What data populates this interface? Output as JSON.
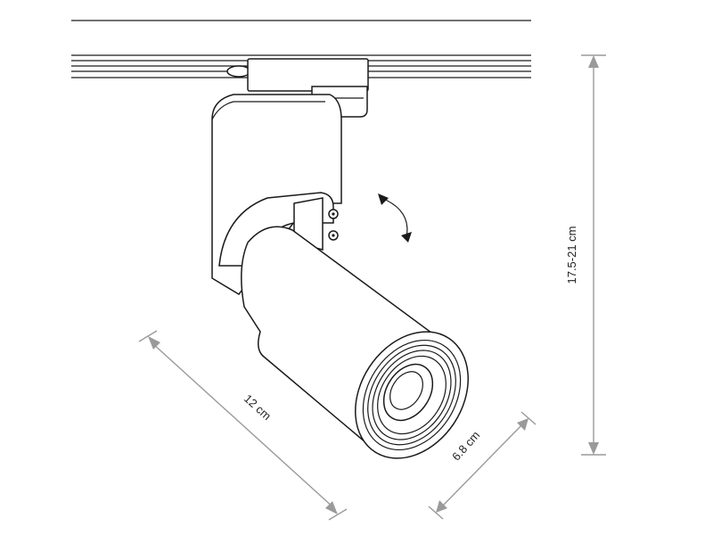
{
  "dimensions": {
    "height": "17.5-21 cm",
    "length": "12 cm",
    "diameter": "6.8 cm"
  },
  "colors": {
    "outline": "#1a1a1a",
    "dimension_line": "#9a9a9a",
    "background": "#ffffff"
  }
}
